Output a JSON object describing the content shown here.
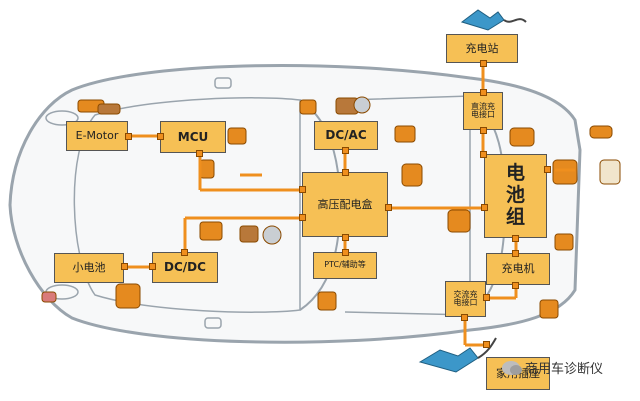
{
  "labels": {
    "charging_station": "充电站",
    "dc_port": "直流充电接口",
    "e_motor": "E-Motor",
    "mcu": "MCU",
    "dcac": "DC/AC",
    "hv_box": "高压配电盒",
    "battery": "电池组",
    "small_battery": "小电池",
    "dcdc": "DC/DC",
    "ptc": "PTC/辅助等",
    "charger": "充电机",
    "ac_port": "交流充电接口",
    "home_socket": "家用插座"
  },
  "watermark": "商用车诊断仪",
  "colors": {
    "box_fill": "#f6c055",
    "connector": "#ef8f1e",
    "car_outline": "#9aa4ad",
    "component": "#e58a1f"
  }
}
